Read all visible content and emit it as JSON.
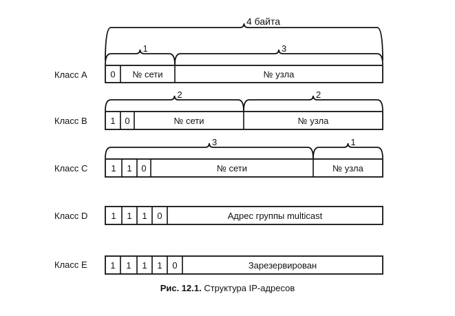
{
  "top_brace_label": "4 байта",
  "rows": [
    {
      "class_label": "Класс A",
      "bits": [
        "0"
      ],
      "fields": [
        {
          "text": "№ сети"
        },
        {
          "text": "№ узла"
        }
      ],
      "brace_labels": [
        "1",
        "3"
      ]
    },
    {
      "class_label": "Класс B",
      "bits": [
        "1",
        "0"
      ],
      "fields": [
        {
          "text": "№ сети"
        },
        {
          "text": "№ узла"
        }
      ],
      "brace_labels": [
        "2",
        "2"
      ]
    },
    {
      "class_label": "Класс C",
      "bits": [
        "1",
        "1",
        "0"
      ],
      "fields": [
        {
          "text": "№ сети"
        },
        {
          "text": "№ узла"
        }
      ],
      "brace_labels": [
        "3",
        "1"
      ]
    },
    {
      "class_label": "Класс D",
      "bits": [
        "1",
        "1",
        "1",
        "0"
      ],
      "fields": [
        {
          "text": "Адрес группы multicast"
        }
      ],
      "brace_labels": []
    },
    {
      "class_label": "Класс E",
      "bits": [
        "1",
        "1",
        "1",
        "1",
        "0"
      ],
      "fields": [
        {
          "text": "Зарезервирован"
        }
      ],
      "brace_labels": []
    }
  ],
  "caption": {
    "prefix": "Рис. 12.1.",
    "text": "Структура IP-адресов"
  }
}
